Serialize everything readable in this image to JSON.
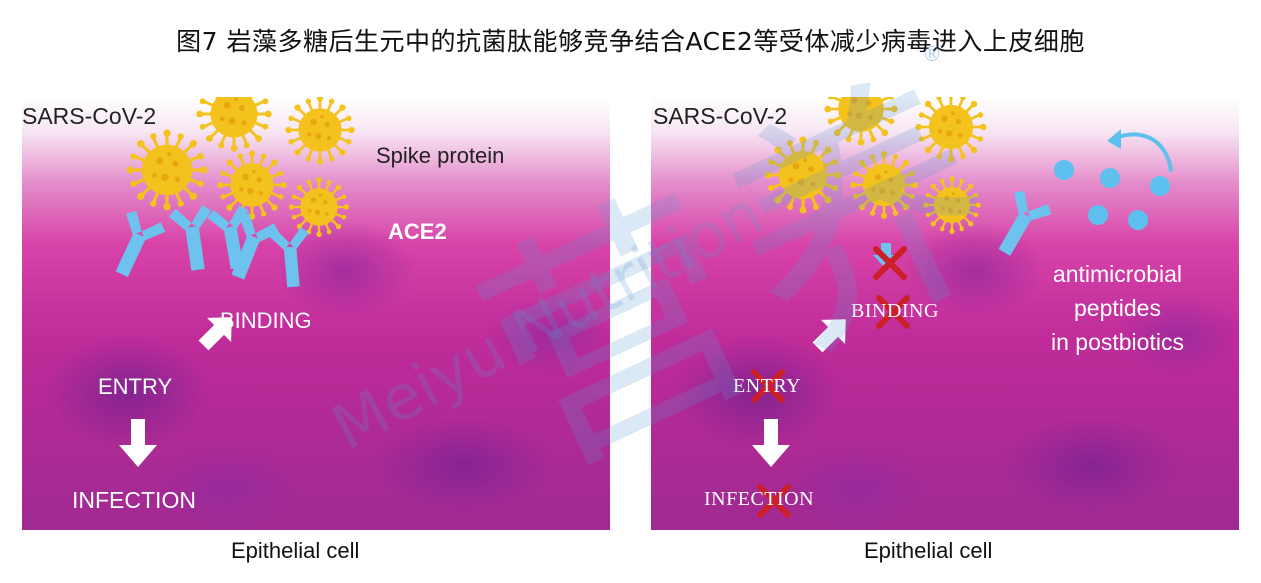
{
  "title": "图7 岩藻多糖后生元中的抗菌肽能够竞争结合ACE2等受体减少病毒进入上皮细胞",
  "left_panel": {
    "virus_label": "SARS-CoV-2",
    "spike_label": "Spike protein",
    "receptor_label": "ACE2",
    "binding_label": "BINDING",
    "entry_label": "ENTRY",
    "infection_label": "INFECTION",
    "caption": "Epithelial cell"
  },
  "right_panel": {
    "virus_label": "SARS-CoV-2",
    "binding_label": "BINDING",
    "entry_label": "ENTRY",
    "infection_label": "INFECTION",
    "peptide_label_line1": "antimicrobial",
    "peptide_label_line2": "peptides",
    "peptide_label_line3": "in postbiotics",
    "caption": "Epithelial cell"
  },
  "watermark": {
    "chinese": "营养",
    "english": "Meiyu Nutrition",
    "registered": "®"
  },
  "colors": {
    "virus": "#f4c21c",
    "virus_spot": "#e8a712",
    "receptor": "#6ec3ee",
    "peptide": "#5ec0ee",
    "block_mark": "#cc1f2a",
    "arrow": "#ffffff",
    "cell_bg": "#c02c9a"
  }
}
